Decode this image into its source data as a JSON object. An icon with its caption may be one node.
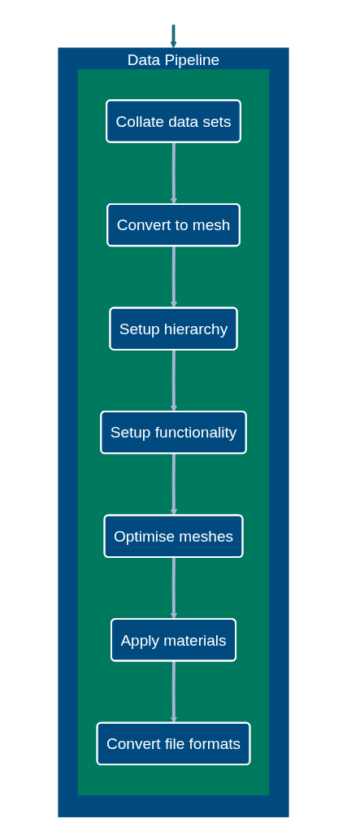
{
  "diagram": {
    "nodes": [
      {
        "text": [
          "Data Pipeline"
        ]
      },
      {
        "text": [],
        "shape": "bar",
        "in": 0
      },
      {
        "text": [
          "Collate data sets"
        ],
        "in": 1
      },
      {
        "text": [
          "Convert to mesh"
        ],
        "in": 1
      },
      {
        "text": [
          "Setup hierarchy"
        ],
        "in": 1
      },
      {
        "text": [
          "Setup functionality"
        ],
        "in": 1
      },
      {
        "text": [
          "Optimise meshes"
        ],
        "in": 1
      },
      {
        "text": [
          "Apply materials"
        ],
        "in": 1
      },
      {
        "text": [
          "Convert file formats"
        ],
        "in": 1
      }
    ],
    "edges": [
      {
        "from": null,
        "to": 0,
        "arrow": "to",
        "color": "#1b6b70"
      },
      {
        "from": 2,
        "to": 3,
        "arrow": "to"
      },
      {
        "from": 3,
        "to": 4,
        "arrow": "to"
      },
      {
        "from": 4,
        "to": 5,
        "arrow": "to"
      },
      {
        "from": 5,
        "to": 6,
        "arrow": "to"
      },
      {
        "from": 6,
        "to": 7,
        "arrow": "to"
      },
      {
        "from": 7,
        "to": 8,
        "arrow": "to"
      }
    ]
  }
}
